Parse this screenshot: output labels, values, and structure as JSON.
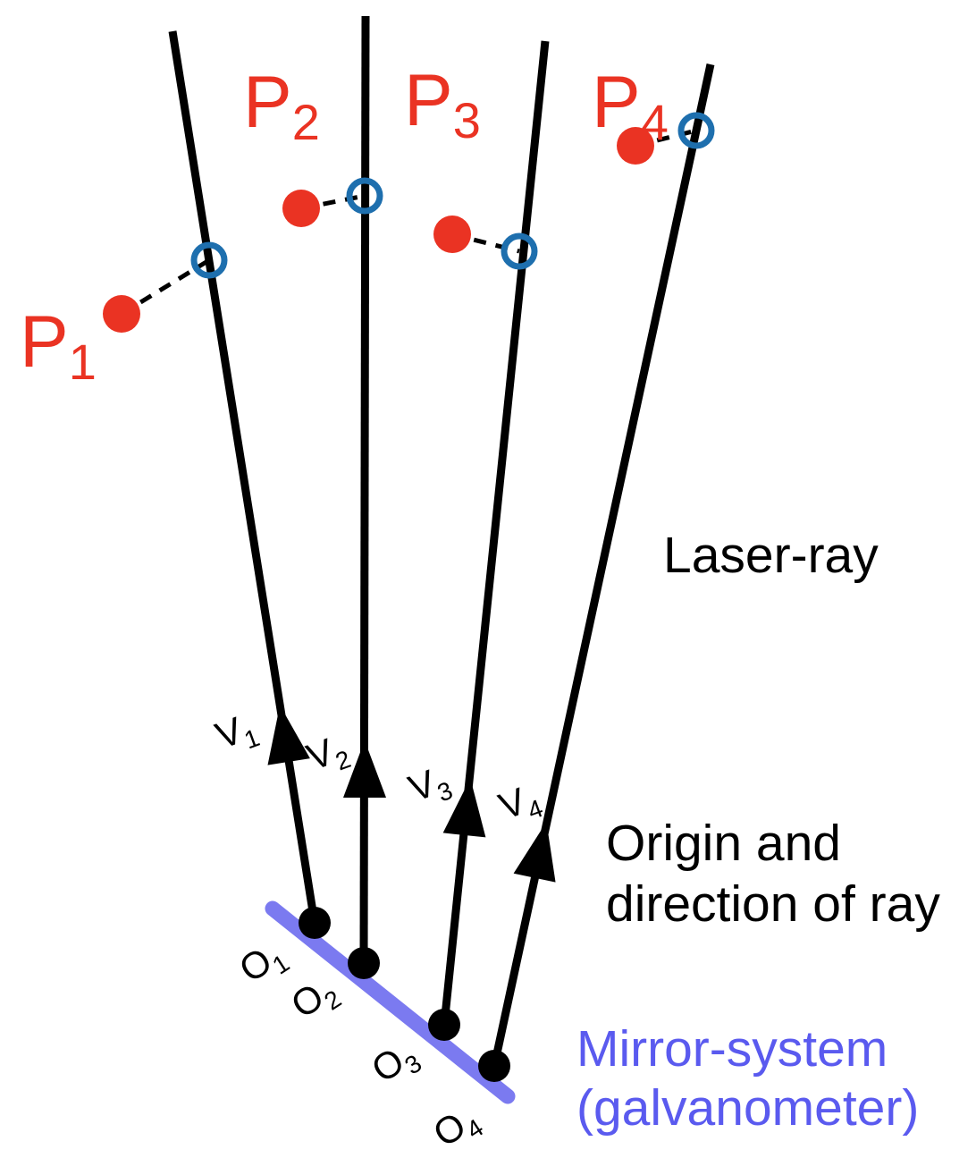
{
  "diagram": {
    "colors": {
      "ray": "#000000",
      "target_point": "#ea3323",
      "closest_point_ring": "#1e6fae",
      "mirror": "#7b7af0",
      "mirror_label": "#5a5aef",
      "annotation_text": "#000000"
    },
    "p_labels": [
      {
        "main": "P",
        "sub": "1"
      },
      {
        "main": "P",
        "sub": "2"
      },
      {
        "main": "P",
        "sub": "3"
      },
      {
        "main": "P",
        "sub": "4"
      }
    ],
    "o_labels": [
      {
        "main": "O",
        "sub": "1"
      },
      {
        "main": "O",
        "sub": "2"
      },
      {
        "main": "O",
        "sub": "3"
      },
      {
        "main": "O",
        "sub": "4"
      }
    ],
    "v_labels": [
      {
        "main": "V",
        "sub": "1"
      },
      {
        "main": "V",
        "sub": "2"
      },
      {
        "main": "V",
        "sub": "3"
      },
      {
        "main": "V",
        "sub": "4"
      }
    ],
    "annotations": {
      "laser_ray": "Laser-ray",
      "origin_line1": "Origin and",
      "origin_line2": "direction of ray",
      "mirror_line1": "Mirror-system",
      "mirror_line2": "(galvanometer)"
    }
  }
}
